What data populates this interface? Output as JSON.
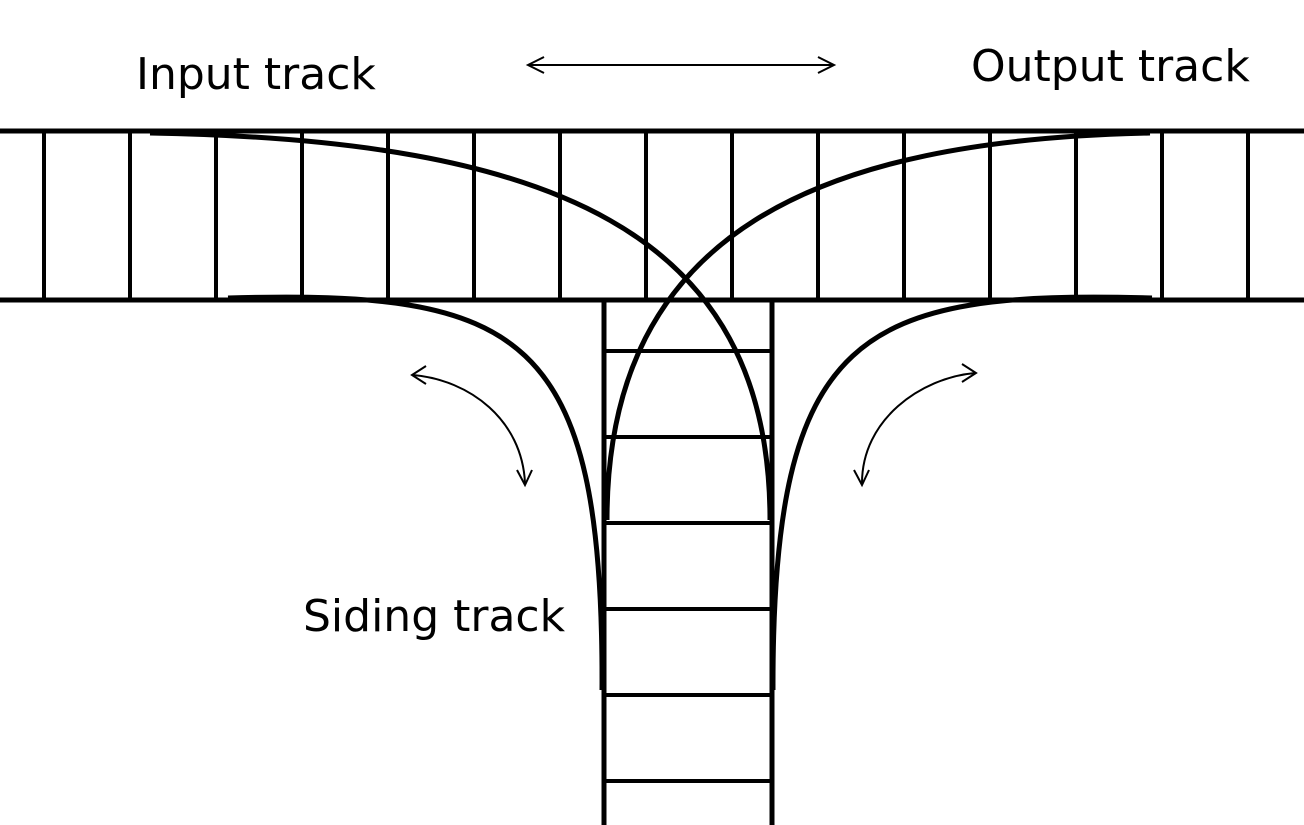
{
  "labels": {
    "input_track": "Input track",
    "output_track": "Output track",
    "siding_track": "Siding track"
  },
  "colors": {
    "stroke": "#000000",
    "background": "#ffffff"
  }
}
